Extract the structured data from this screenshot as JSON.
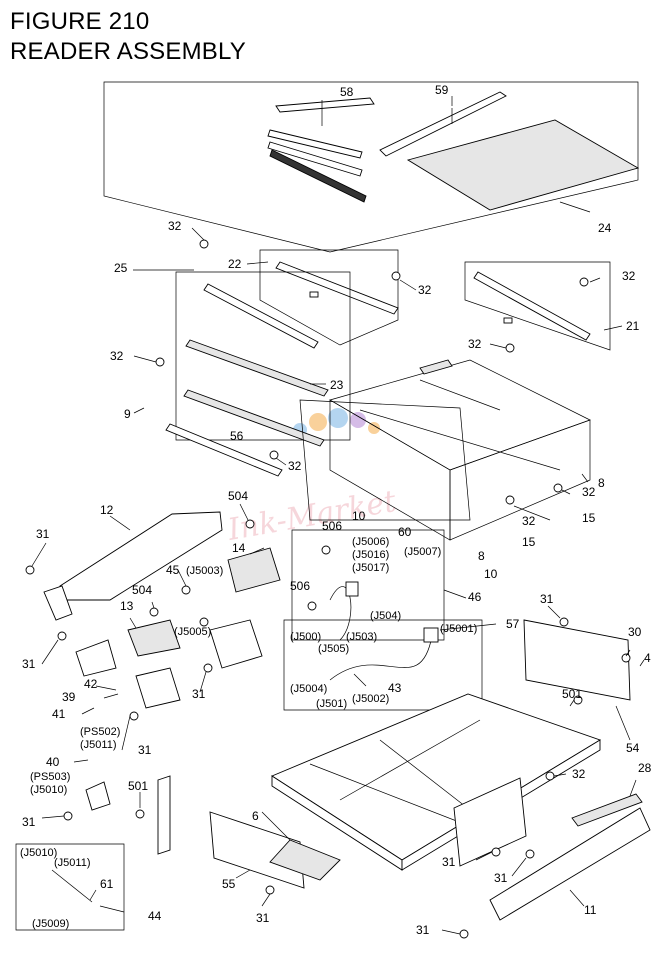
{
  "figure": {
    "title_line1": "FIGURE 210",
    "title_line2": "READER ASSEMBLY"
  },
  "watermark": {
    "text": "Ink-Market",
    "color": "#f3c9cf",
    "dot_colors": [
      "#f7c27a",
      "#9cc7ec",
      "#c7a6df"
    ]
  },
  "callouts": {
    "c58": "58",
    "c59": "59",
    "c24": "24",
    "c32a": "32",
    "c32b": "32",
    "c32c": "32",
    "c32d": "32",
    "c32e": "32",
    "c32f": "32",
    "c32g": "32",
    "c32h": "32",
    "c32i": "32",
    "c25": "25",
    "c22": "22",
    "c21": "21",
    "c23": "23",
    "c9": "9",
    "c56": "56",
    "c8a": "8",
    "c8b": "8",
    "c10a": "10",
    "c10b": "10",
    "c15a": "15",
    "c15b": "15",
    "c12": "12",
    "c504a": "504",
    "c504b": "504",
    "c14": "14",
    "c506a": "506",
    "c506b": "506",
    "c60": "60",
    "c45": "45",
    "c13": "13",
    "c46": "46",
    "c57": "57",
    "c31a": "31",
    "c31b": "31",
    "c31c": "31",
    "c31d": "31",
    "c31e": "31",
    "c31f": "31",
    "c31g": "31",
    "c31h": "31",
    "c31i": "31",
    "c31j": "31",
    "c30": "30",
    "c4": "4",
    "c501a": "501",
    "c501b": "501",
    "c54": "54",
    "c42": "42",
    "c39": "39",
    "c41": "41",
    "c40": "40",
    "c43": "43",
    "c6": "6",
    "c28": "28",
    "c55": "55",
    "c11": "11",
    "c44": "44",
    "c61": "61"
  },
  "connectors": {
    "j5003": "(J5003)",
    "j5005": "(J5005)",
    "j5006": "(J5006)",
    "j5016": "(J5016)",
    "j5017": "(J5017)",
    "j5007": "(J5007)",
    "j504": "(J504)",
    "j500": "(J500)",
    "j503": "(J503)",
    "j505": "(J505)",
    "j5001": "(J5001)",
    "j5004": "(J5004)",
    "j5002": "(J5002)",
    "j501": "(J501)",
    "ps502": "(PS502)",
    "j5011a": "(J5011)",
    "ps503": "(PS503)",
    "j5010a": "(J5010)",
    "j5010b": "(J5010)",
    "j5011b": "(J5011)",
    "j5009": "(J5009)"
  }
}
